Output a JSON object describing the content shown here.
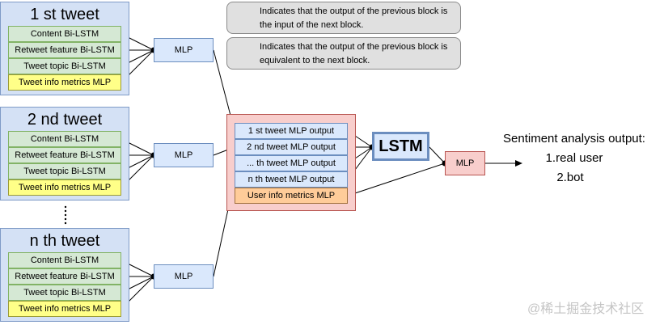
{
  "legend": [
    {
      "text": "Indicates that the output of the previous block is the input of the next block."
    },
    {
      "text": "Indicates that the output of the previous block is equivalent to the next block."
    }
  ],
  "tweets": [
    {
      "title": "1 st tweet",
      "rows": [
        "Content Bi-LSTM",
        "Retweet feature Bi-LSTM",
        "Tweet topic Bi-LSTM",
        "Tweet info metrics MLP"
      ],
      "mlp": "MLP"
    },
    {
      "title": "2 nd tweet",
      "rows": [
        "Content Bi-LSTM",
        "Retweet feature Bi-LSTM",
        "Tweet topic Bi-LSTM",
        "Tweet info metrics MLP"
      ],
      "mlp": "MLP"
    },
    {
      "title": "n th tweet",
      "rows": [
        "Content Bi-LSTM",
        "Retweet feature Bi-LSTM",
        "Tweet topic Bi-LSTM",
        "Tweet info metrics MLP"
      ],
      "mlp": "MLP"
    }
  ],
  "outputs": [
    "1 st tweet MLP output",
    "2 nd tweet MLP output",
    "... th tweet MLP output",
    "n th tweet MLP output",
    "User info metrics MLP"
  ],
  "lstm": "LSTM",
  "final_mlp": "MLP",
  "result": {
    "title": "Sentiment analysis output:",
    "items": [
      "1.real user",
      "2.bot"
    ]
  },
  "watermark": "@稀土掘金技术社区",
  "colors": {
    "tweet_group": "#d4e1f5",
    "bi_lstm": "#d5e8d4",
    "metrics": "#ffff88",
    "mlp": "#dae8fc",
    "aggregate": "#f8cecc",
    "user_info": "#ffcc99",
    "legend": "#e0e0e0"
  }
}
